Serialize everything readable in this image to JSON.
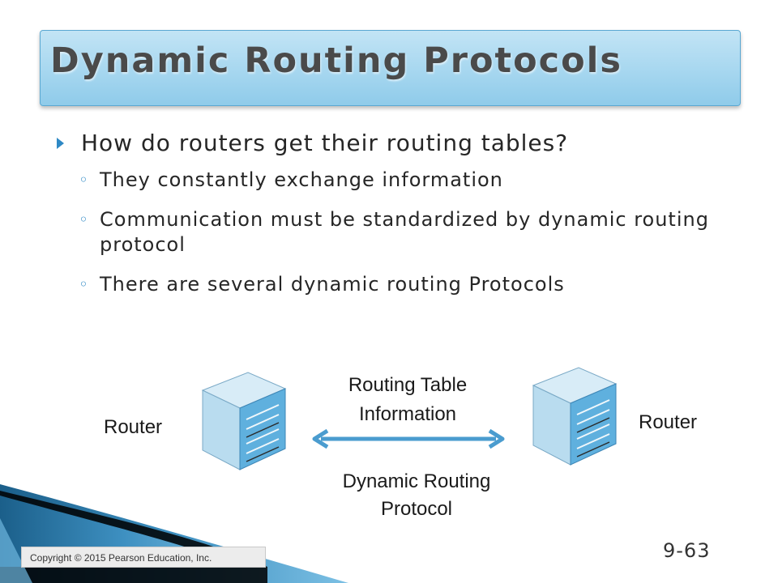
{
  "title": "Dynamic Routing Protocols",
  "question": "How do routers get their routing tables?",
  "sub_points": [
    "They constantly exchange information",
    "Communication must be standardized by dynamic routing protocol",
    "There are several dynamic routing Protocols"
  ],
  "diagram": {
    "left_router_label": "Router",
    "right_router_label": "Router",
    "top_label": "Routing Table Information",
    "bottom_label": "Dynamic Routing Protocol",
    "arrow_color": "#4a9ccf"
  },
  "page_number": "9-63",
  "copyright": "Copyright © 2015 Pearson Education, Inc.",
  "colors": {
    "title_fill": "#a9d8f0",
    "bullet_accent": "#2e89c5",
    "deco_blue": "#1b5f8a"
  }
}
